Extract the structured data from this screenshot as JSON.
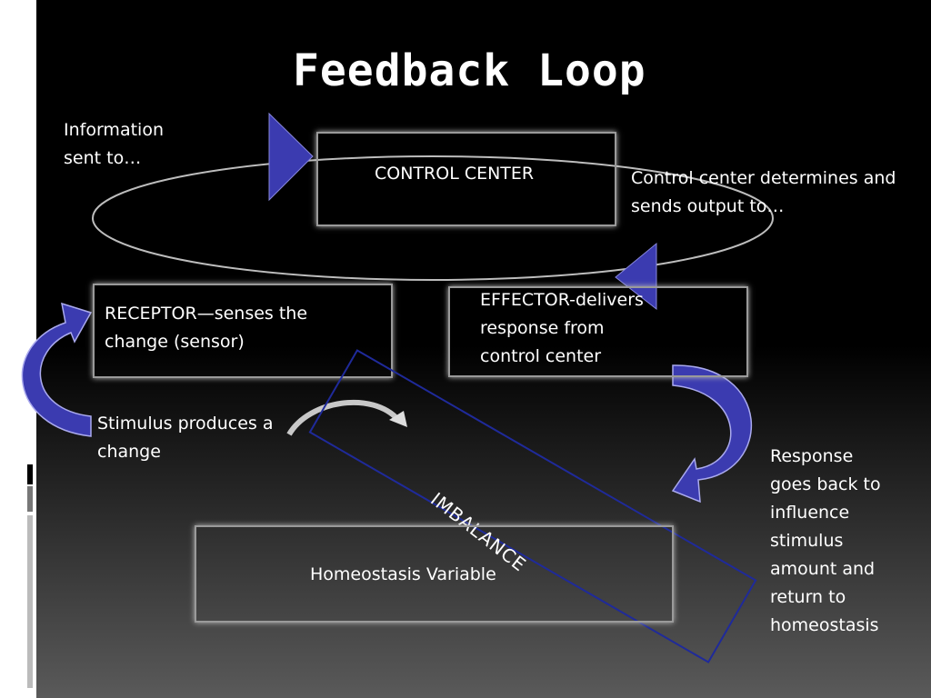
{
  "title": "Feedback Loop",
  "boxes": {
    "control_center": "CONTROL CENTER",
    "receptor_line1": "RECEPTOR—senses the",
    "receptor_line2": "change (sensor)",
    "effector_line1": "EFFECTOR-delivers",
    "effector_line2": "response from",
    "effector_line3": "control center",
    "homeostasis": "Homeostasis Variable",
    "imbalance": "IMBALANCE"
  },
  "labels": {
    "info_line1": "Information",
    "info_line2": "sent to…",
    "control_line1": "Control center determines and",
    "control_line2": "sends output to…",
    "stimulus_line1": "Stimulus produces a",
    "stimulus_line2": "change",
    "response_lines": [
      "Response",
      "goes back to",
      "influence",
      "stimulus",
      "amount and",
      "return to",
      "homeostasis"
    ]
  },
  "colors": {
    "arrow_blue": "#3b3bb0",
    "box_border": "#9a9a9a",
    "imbalance_border": "#1f2a9a"
  }
}
